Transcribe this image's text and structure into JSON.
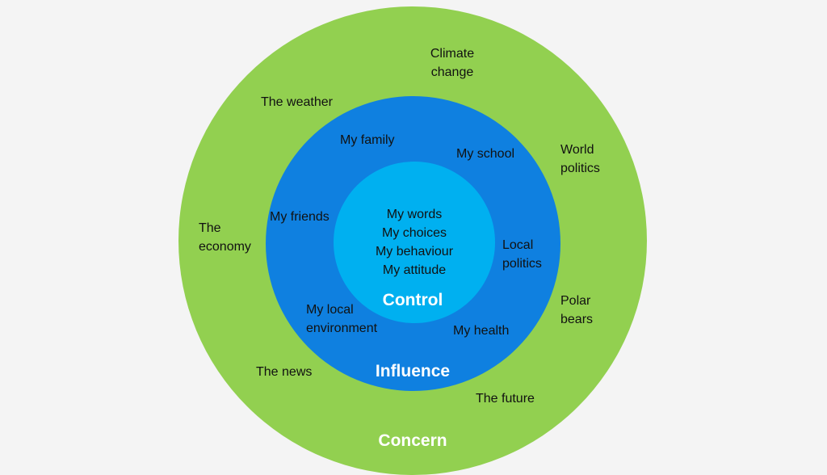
{
  "diagram": {
    "colors": {
      "concern": "#92d050",
      "influence": "#0f80e0",
      "control": "#00b0f0"
    },
    "concern": {
      "title": "Concern",
      "items": [
        "Climate\nchange",
        "The weather",
        "World\npolitics",
        "The\neconomy",
        "Polar\nbears",
        "The news",
        "The future"
      ]
    },
    "influence": {
      "title": "Influence",
      "items": [
        "My family",
        "My school",
        "My friends",
        "Local\npolitics",
        "My local\nenvironment",
        "My health"
      ]
    },
    "control": {
      "title": "Control",
      "items": [
        "My words",
        "My choices",
        "My behaviour",
        "My attitude"
      ]
    }
  }
}
